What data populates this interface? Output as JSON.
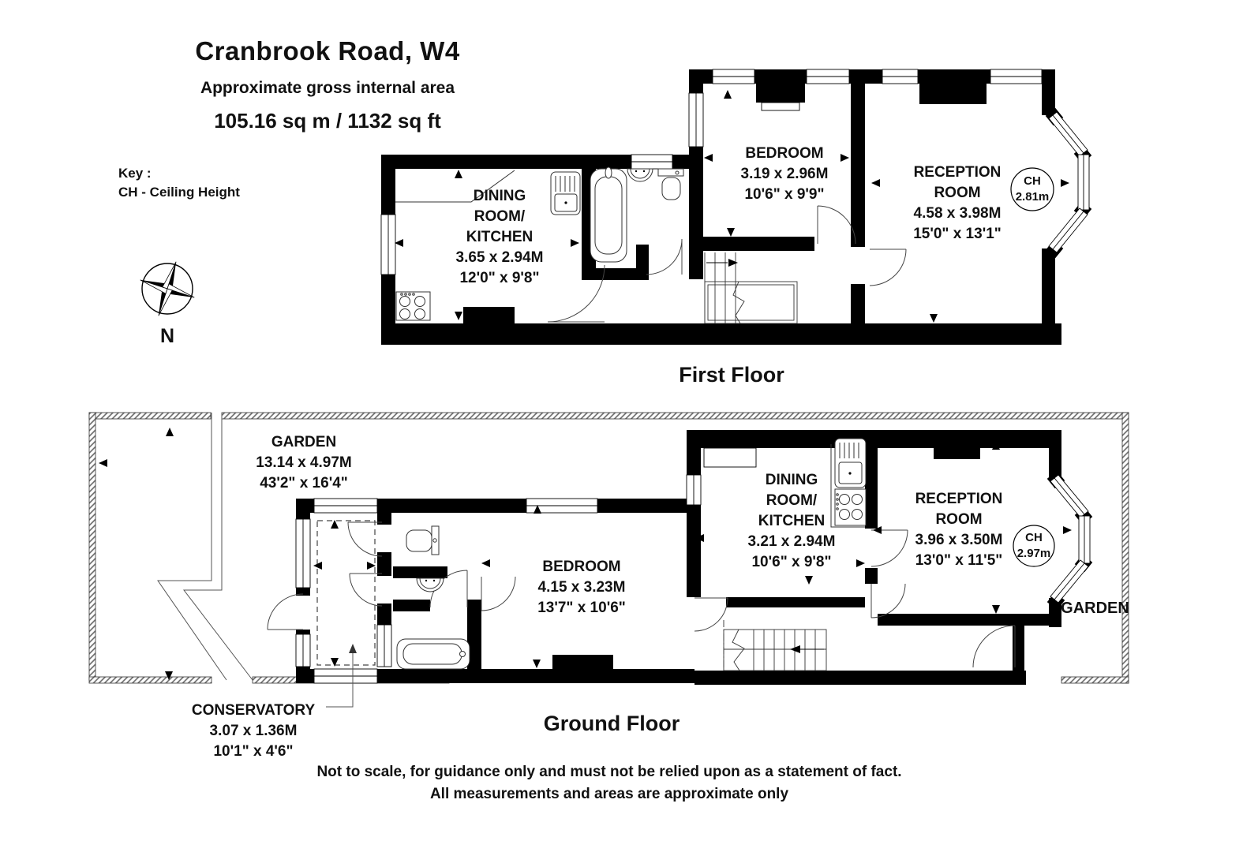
{
  "header": {
    "title": "Cranbrook Road, W4",
    "subtitle": "Approximate gross internal area",
    "area": "105.16 sq m / 1132 sq ft"
  },
  "key": {
    "title": "Key :",
    "ceiling_height": "CH - Ceiling Height"
  },
  "compass": {
    "north_label": "N"
  },
  "first_floor": {
    "label": "First Floor",
    "dining_kitchen": {
      "name": "DINING\nROOM/\nKITCHEN",
      "metric": "3.65 x 2.94M",
      "imperial": "12'0\" x 9'8\""
    },
    "bedroom": {
      "name": "BEDROOM",
      "metric": "3.19 x 2.96M",
      "imperial": "10'6\" x 9'9\""
    },
    "reception": {
      "name": "RECEPTION\nROOM",
      "metric": "4.58 x 3.98M",
      "imperial": "15'0\" x 13'1\""
    },
    "ceiling_height": {
      "label": "CH",
      "value": "2.81m"
    }
  },
  "ground_floor": {
    "label": "Ground Floor",
    "garden": {
      "name": "GARDEN",
      "metric": "13.14 x 4.97M",
      "imperial": "43'2\" x 16'4\""
    },
    "bedroom": {
      "name": "BEDROOM",
      "metric": "4.15 x 3.23M",
      "imperial": "13'7\" x 10'6\""
    },
    "dining_kitchen": {
      "name": "DINING\nROOM/\nKITCHEN",
      "metric": "3.21 x 2.94M",
      "imperial": "10'6\" x 9'8\""
    },
    "reception": {
      "name": "RECEPTION\nROOM",
      "metric": "3.96 x 3.50M",
      "imperial": "13'0\" x 11'5\""
    },
    "ceiling_height": {
      "label": "CH",
      "value": "2.97m"
    },
    "garden_rear": {
      "name": "GARDEN"
    },
    "conservatory": {
      "name": "CONSERVATORY",
      "metric": "3.07 x 1.36M",
      "imperial": "10'1\" x 4'6\""
    }
  },
  "footer": {
    "disclaimer_line1": "Not to scale, for guidance only and must not be relied upon as a statement of fact.",
    "disclaimer_line2": "All measurements and areas are approximate only"
  },
  "colors": {
    "wall": "#000000",
    "background": "#ffffff",
    "text": "#111111"
  }
}
